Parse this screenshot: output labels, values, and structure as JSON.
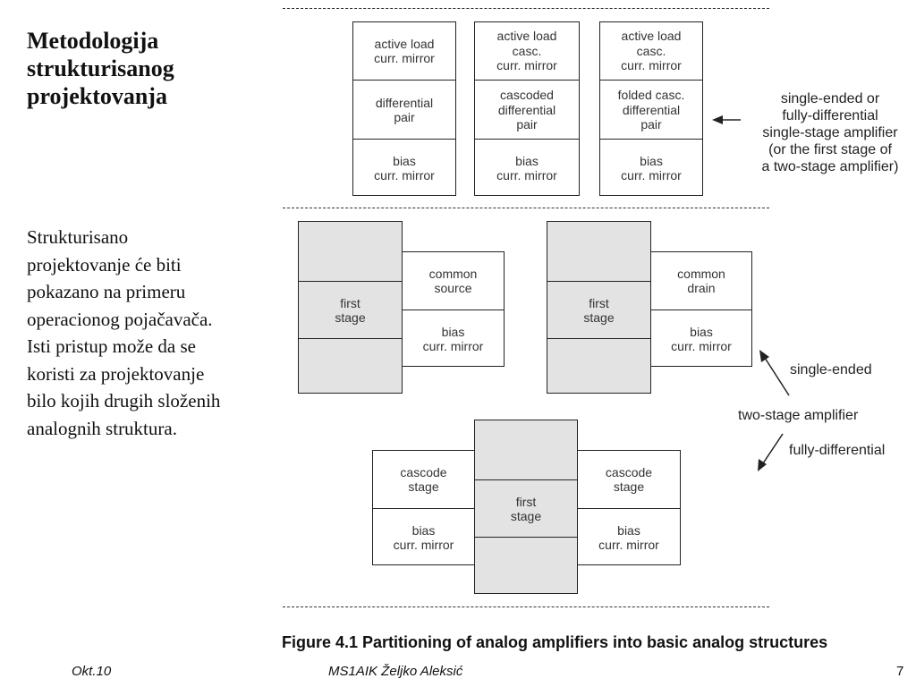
{
  "title_lines": [
    "Metodologija",
    "strukturisanog",
    "projektovanja"
  ],
  "body_lines": [
    "Strukturisano",
    "projektovanje će biti",
    "pokazano na primeru",
    "operacionog pojačavača.",
    "Isti pristup može da se",
    "koristi za projektovanje",
    "bilo kojih drugih složenih",
    "analognih struktura."
  ],
  "top_columns": [
    {
      "top": [
        "active load",
        "curr. mirror"
      ],
      "middle": [
        "differential",
        "pair"
      ],
      "bottom": [
        "bias",
        "curr. mirror"
      ]
    },
    {
      "top": [
        "active load",
        "casc.",
        "curr. mirror"
      ],
      "middle": [
        "cascoded",
        "differential",
        "pair"
      ],
      "bottom": [
        "bias",
        "curr. mirror"
      ]
    },
    {
      "top": [
        "active load",
        "casc.",
        "curr. mirror"
      ],
      "middle": [
        "folded casc.",
        "differential",
        "pair"
      ],
      "bottom": [
        "bias",
        "curr. mirror"
      ]
    }
  ],
  "single_stage_label": [
    "single-ended or",
    "fully-differential",
    "single-stage amplifier",
    "(or the first stage of",
    "a two-stage amplifier)"
  ],
  "two_stage_left": {
    "first": [
      "first",
      "stage"
    ],
    "out": [
      "common",
      "source"
    ],
    "bias": [
      "bias",
      "curr. mirror"
    ]
  },
  "two_stage_right": {
    "first": [
      "first",
      "stage"
    ],
    "out": [
      "common",
      "drain"
    ],
    "bias": [
      "bias",
      "curr. mirror"
    ]
  },
  "two_stage_fd": {
    "first": [
      "first",
      "stage"
    ],
    "left_out": [
      "cascode",
      "stage"
    ],
    "left_bias": [
      "bias",
      "curr. mirror"
    ],
    "right_out": [
      "cascode",
      "stage"
    ],
    "right_bias": [
      "bias",
      "curr. mirror"
    ]
  },
  "label_single_ended": "single-ended",
  "label_two_stage": "two-stage amplifier",
  "label_fully_diff": "fully-differential",
  "caption": "Figure 4.1  Partitioning of analog amplifiers into basic analog structures",
  "footer": {
    "left": "Okt.10",
    "center": "MS1AIK   Željko Aleksić",
    "page": "7"
  }
}
